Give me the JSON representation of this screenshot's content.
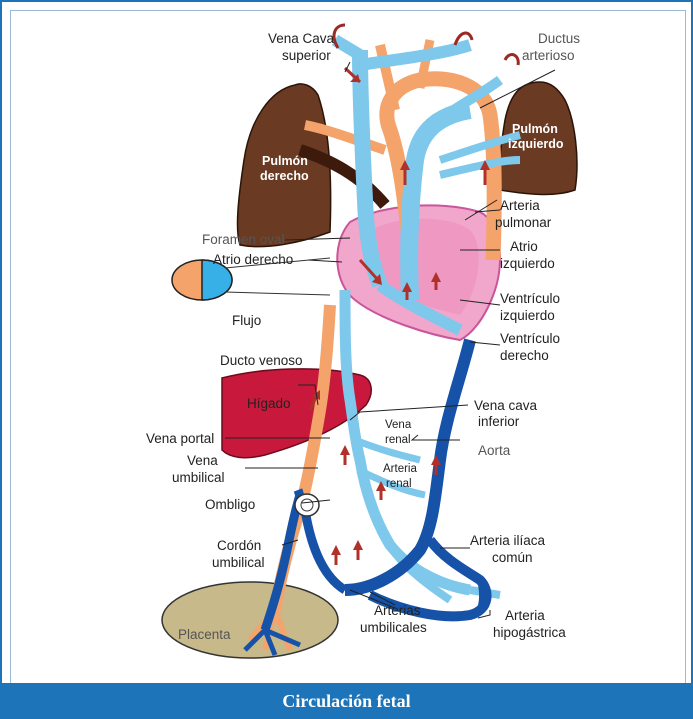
{
  "caption": "Circulación fetal",
  "labels": {
    "vena_cava_superior_1": "Vena Cava",
    "vena_cava_superior_2": "superior",
    "ductus_arterioso_1": "Ductus",
    "ductus_arterioso_2": "arterioso",
    "pulmon_derecho_1": "Pulmón",
    "pulmon_derecho_2": "derecho",
    "pulmon_izquierdo_1": "Pulmón",
    "pulmon_izquierdo_2": "izquierdo",
    "arteria_pulmonar_1": "Arteria",
    "arteria_pulmonar_2": "pulmonar",
    "foramen_oval": "Foramen oval",
    "atrio_derecho": "Atrio derecho",
    "atrio_izquierdo_1": "Atrio",
    "atrio_izquierdo_2": "izquierdo",
    "ventriculo_izquierdo_1": "Ventrículo",
    "ventriculo_izquierdo_2": "izquierdo",
    "ventriculo_derecho_1": "Ventrículo",
    "ventriculo_derecho_2": "derecho",
    "flujo": "Flujo",
    "ducto_venoso": "Ducto venoso",
    "higado": "Hígado",
    "vena_portal": "Vena portal",
    "vena_umbilical_1": "Vena",
    "vena_umbilical_2": "umbilical",
    "vena_renal_1": "Vena",
    "vena_renal_2": "renal",
    "arteria_renal_1": "Arteria",
    "arteria_renal_2": "renal",
    "vena_cava_inferior_1": "Vena cava",
    "vena_cava_inferior_2": "inferior",
    "aorta": "Aorta",
    "ombligo": "Ombligo",
    "cordon_umbilical_1": "Cordón",
    "cordon_umbilical_2": "umbilical",
    "arteria_iliaca_1": "Arteria ilíaca",
    "arteria_iliaca_2": "común",
    "placenta": "Placenta",
    "arterias_umbilicales_1": "Arterias",
    "arterias_umbilicales_2": "umbilicales",
    "arteria_hipogastrica_1": "Arteria",
    "arteria_hipogastrica_2": "hipogástrica"
  },
  "colors": {
    "frame": "#1d74b9",
    "light_blue": "#7ec8ec",
    "dark_blue": "#1552a8",
    "orange": "#f4a36b",
    "lung": "#6b3a22",
    "liver": "#c8193c",
    "heart": "#f1a7cb",
    "placenta": "#c8b98a",
    "arrow": "#b0302a"
  }
}
